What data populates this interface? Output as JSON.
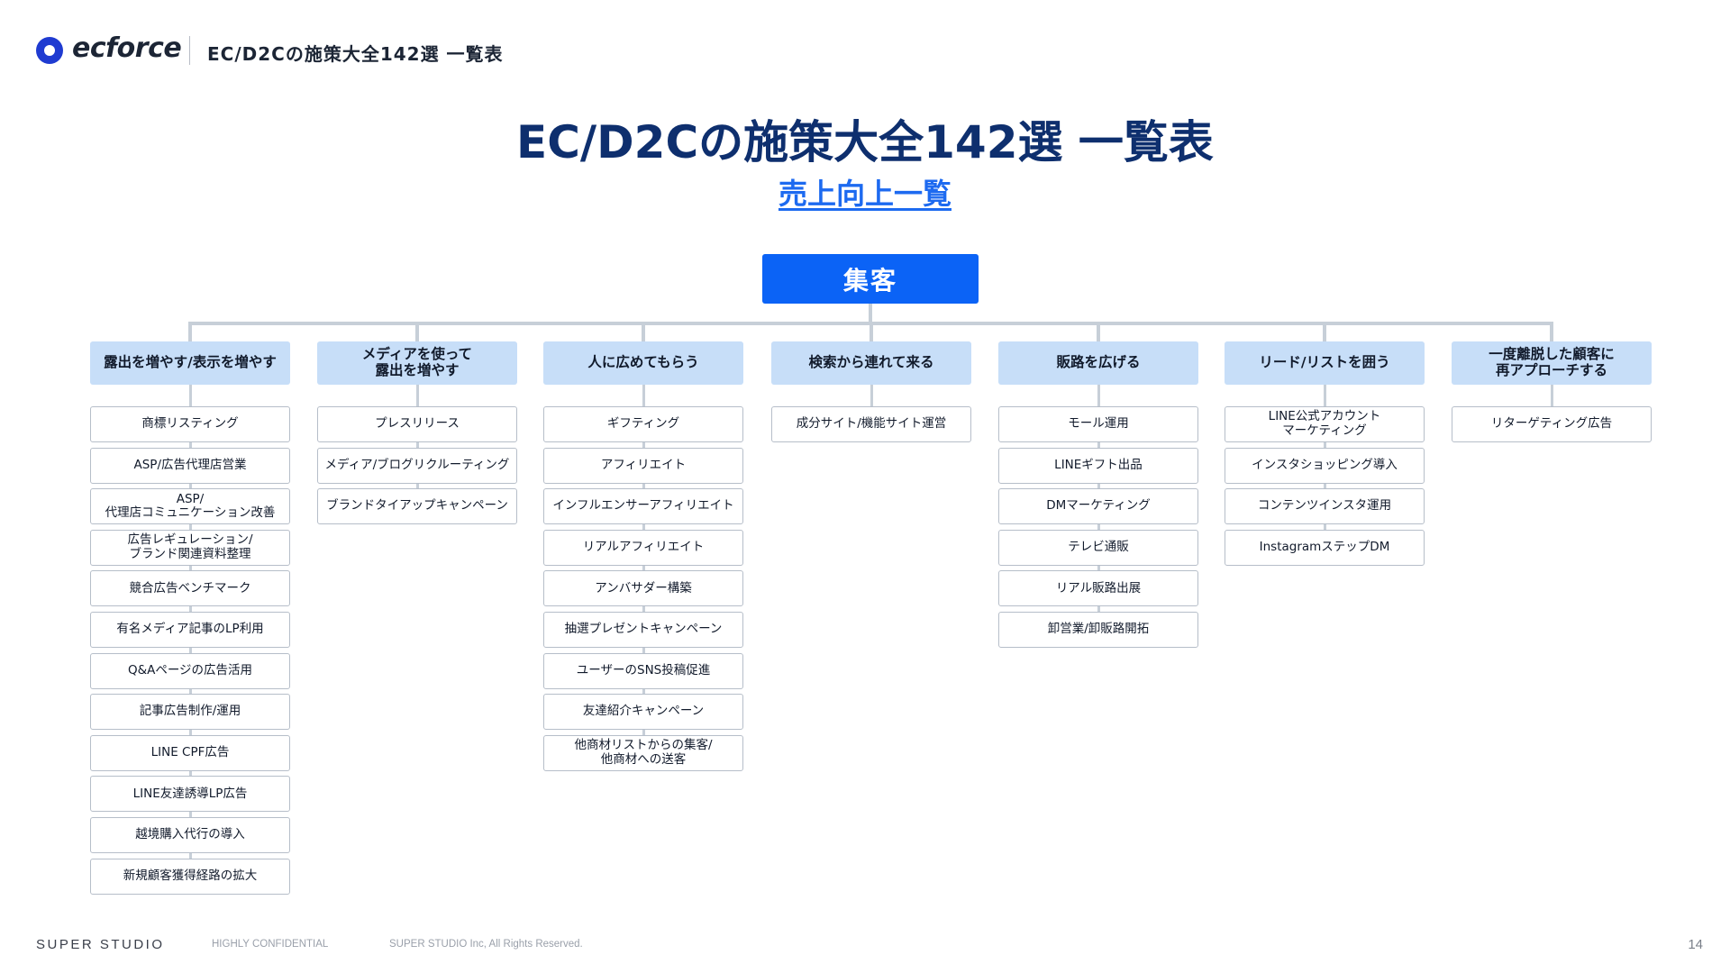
{
  "header": {
    "logo_text": "ecforce",
    "title": "EC/D2Cの施策大全142選 一覧表"
  },
  "main_title": "EC/D2Cの施策大全142選 一覧表",
  "sub_title": "売上向上一覧",
  "root": {
    "label": "集客"
  },
  "categories": [
    {
      "label": "露出を増やす/表示を増やす",
      "items": [
        "商標リスティング",
        "ASP/広告代理店営業",
        "ASP/\n代理店コミュニケーション改善",
        "広告レギュレーション/\nブランド関連資料整理",
        "競合広告ベンチマーク",
        "有名メディア記事のLP利用",
        "Q&Aページの広告活用",
        "記事広告制作/運用",
        "LINE CPF広告",
        "LINE友達誘導LP広告",
        "越境購入代行の導入",
        "新規顧客獲得経路の拡大"
      ]
    },
    {
      "label": "メディアを使って\n露出を増やす",
      "items": [
        "プレスリリース",
        "メディア/ブログリクルーティング",
        "ブランドタイアップキャンペーン"
      ]
    },
    {
      "label": "人に広めてもらう",
      "items": [
        "ギフティング",
        "アフィリエイト",
        "インフルエンサーアフィリエイト",
        "リアルアフィリエイト",
        "アンバサダー構築",
        "抽選プレゼントキャンペーン",
        "ユーザーのSNS投稿促進",
        "友達紹介キャンペーン",
        "他商材リストからの集客/\n他商材への送客"
      ]
    },
    {
      "label": "検索から連れて来る",
      "items": [
        "成分サイト/機能サイト運営"
      ]
    },
    {
      "label": "販路を広げる",
      "items": [
        "モール運用",
        "LINEギフト出品",
        "DMマーケティング",
        "テレビ通販",
        "リアル販路出展",
        "卸営業/卸販路開拓"
      ]
    },
    {
      "label": "リード/リストを囲う",
      "items": [
        "LINE公式アカウント\nマーケティング",
        "インスタショッピング導入",
        "コンテンツインスタ運用",
        "InstagramステップDM"
      ]
    },
    {
      "label": "一度離脱した顧客に\n再アプローチする",
      "items": [
        "リターゲティング広告"
      ]
    }
  ],
  "footer": {
    "brand": "SUPER STUDIO",
    "confidential": "HIGHLY CONFIDENTIAL",
    "copyright": "SUPER STUDIO Inc, All Rights Reserved.",
    "page": "14"
  },
  "colors": {
    "accent": "#0b63f6",
    "title": "#0e2f6e",
    "category_bg": "#c7def8",
    "connector": "#c7cfd8",
    "logo": "#1f3bd1"
  }
}
